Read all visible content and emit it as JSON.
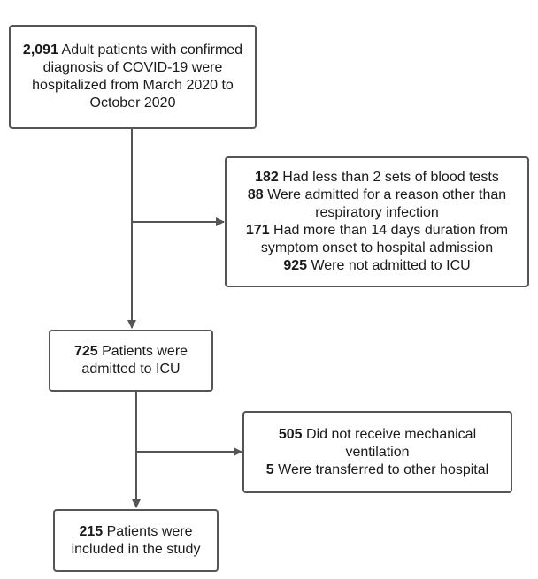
{
  "boxes": {
    "start": {
      "lines": [
        {
          "num": "2,091",
          "text": " Adult patients with confirmed"
        },
        {
          "num": "",
          "text": "diagnosis of COVID-19 were"
        },
        {
          "num": "",
          "text": "hospitalized from March 2020 to"
        },
        {
          "num": "",
          "text": "October 2020"
        }
      ]
    },
    "exclusion1": {
      "lines": [
        {
          "num": "182",
          "text": " Had less than 2 sets of blood tests"
        },
        {
          "num": "88",
          "text": " Were admitted for a reason other than"
        },
        {
          "num": "",
          "text": "respiratory infection"
        },
        {
          "num": "171",
          "text": " Had more than 14 days duration from"
        },
        {
          "num": "",
          "text": "symptom onset to hospital admission"
        },
        {
          "num": "925",
          "text": " Were not admitted to ICU"
        }
      ]
    },
    "icu": {
      "lines": [
        {
          "num": "725",
          "text": " Patients were"
        },
        {
          "num": "",
          "text": "admitted to ICU"
        }
      ]
    },
    "exclusion2": {
      "lines": [
        {
          "num": "505",
          "text": " Did not receive mechanical"
        },
        {
          "num": "",
          "text": "ventilation"
        },
        {
          "num": "5",
          "text": " Were transferred to other hospital"
        }
      ]
    },
    "final": {
      "lines": [
        {
          "num": "215",
          "text": " Patients were"
        },
        {
          "num": "",
          "text": "included in the study"
        }
      ]
    }
  },
  "colors": {
    "border": "#555555",
    "arrow": "#555555",
    "text": "#1a1a1a"
  }
}
